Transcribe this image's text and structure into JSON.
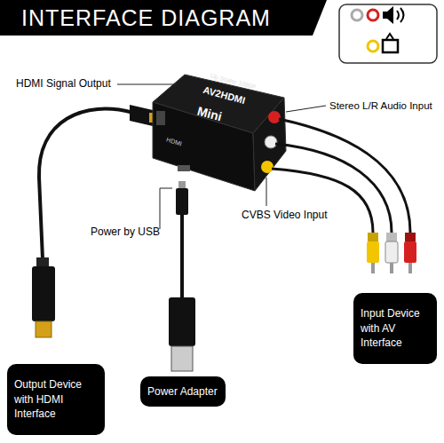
{
  "diagram": {
    "title": "INTERFACE DIAGRAM",
    "nodes": [
      {
        "text": [
          "Output Device with HDMI Interface"
        ]
      },
      {
        "text": [
          "Power Adapter"
        ]
      },
      {
        "text": [
          "Input Device with AV Interface"
        ]
      }
    ],
    "labels": [
      "HDMI Signal Output",
      "Stereo L/R Audio Input",
      "CVBS Video Input",
      "Power by USB",
      "AV2HDMI",
      "Mini",
      "Up Scaler 1080P",
      "HDMI"
    ]
  }
}
